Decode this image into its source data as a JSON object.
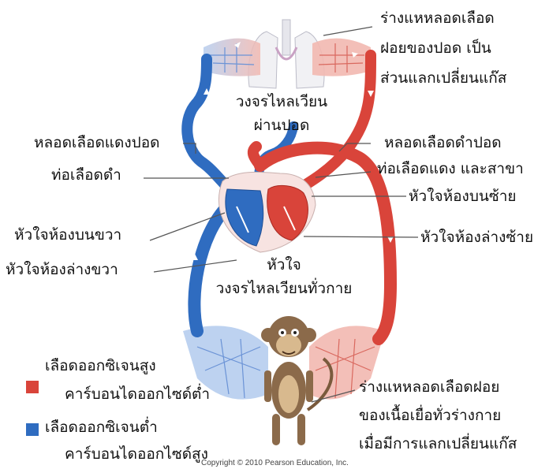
{
  "colors": {
    "oxygen_rich": "#d9443a",
    "oxygen_poor": "#2f6cc0",
    "capillary_pink": "#f2b8b0",
    "capillary_blue": "#b6cdee"
  },
  "labels": {
    "lung_capillaries_1": "ร่างแหหลอดเลือด",
    "lung_capillaries_2": "ฝอยของปอด เป็น",
    "lung_capillaries_3": "ส่วนแลกเปลี่ยนแก๊ส",
    "pulmonary_circuit_1": "วงจรไหลเวียน",
    "pulmonary_circuit_2": "ผ่านปอด",
    "pulmonary_artery": "หลอดเลือดแดงปอด",
    "pulmonary_vein": "หลอดเลือดดำปอด",
    "vena_cava": "ท่อเลือดดำ",
    "aorta": "ท่อเลือดแดง และสาขา",
    "left_atrium": "หัวใจห้องบนซ้าย",
    "right_atrium": "หัวใจห้องบนขวา",
    "left_ventricle": "หัวใจห้องล่างซ้าย",
    "right_ventricle": "หัวใจห้องล่างขวา",
    "heart": "หัวใจ",
    "systemic_circuit": "วงจรไหลเวียนทั่วกาย",
    "body_capillaries_1": "ร่างแหหลอดเลือดฝอย",
    "body_capillaries_2": "ของเนื้อเยื่อทั่วร่างกาย",
    "body_capillaries_3": "เมื่อมีการแลกเปลี่ยนแก๊ส"
  },
  "legend": {
    "red_line1": "เลือดออกซิเจนสูง",
    "red_line2": "คาร์บอนไดออกไซด์ต่ำ",
    "blue_line1": "เลือดออกซิเจนต่ำ",
    "blue_line2": "คาร์บอนไดออกไซด์สูง"
  },
  "copyright": "Copyright © 2010 Pearson Education, Inc."
}
